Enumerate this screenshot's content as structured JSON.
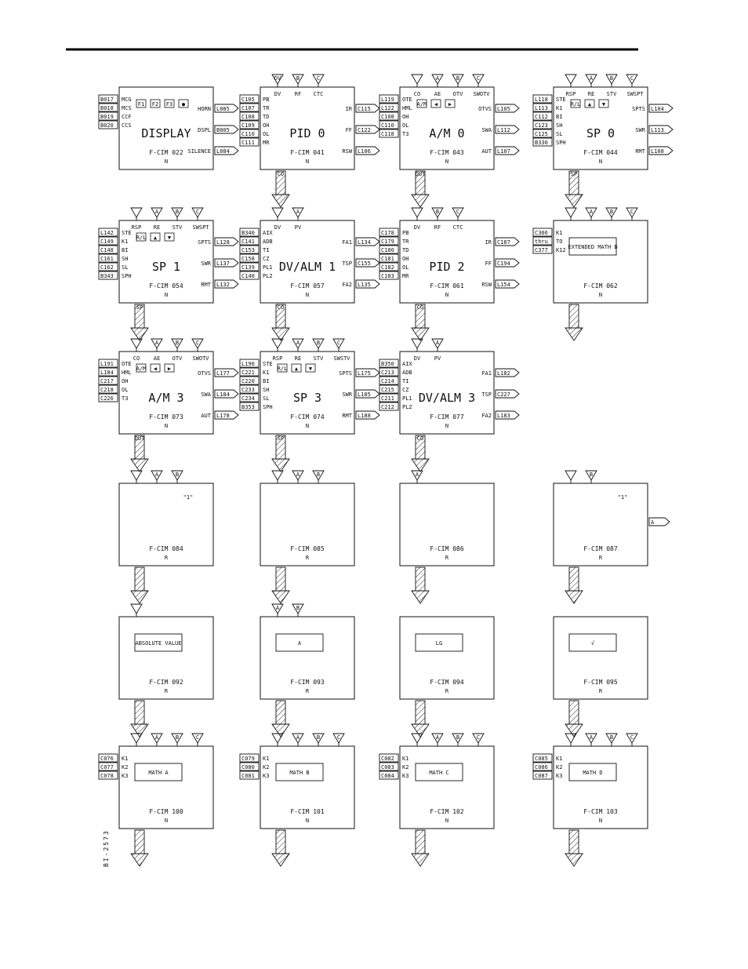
{
  "figure_id": "BI-2573",
  "blocks": [
    {
      "id": "b022",
      "name": "DISPLAY",
      "cim": "F-CIM 022",
      "type": "N",
      "out": "",
      "inputs_top": [],
      "left_conn": [
        "B017",
        "B018",
        "B019",
        "B020"
      ],
      "left_pins": [
        "MCG",
        "MCS",
        "CCF",
        "CCS"
      ],
      "keys": [
        "F1",
        "F2",
        "F3",
        "●"
      ],
      "right_conn": [
        "L085",
        "B005",
        "L084"
      ],
      "right_pins": [
        "HORN",
        "DSPL",
        "SILENCE"
      ]
    },
    {
      "id": "b041",
      "name": "PID 0",
      "cim": "F-CIM 041",
      "type": "N",
      "out": "CO",
      "inputs_top": [
        "DV",
        "B",
        "C"
      ],
      "top_labels": [
        "DV",
        "RF",
        "CTC"
      ],
      "left_conn": [
        "C105",
        "C107",
        "C108",
        "C109",
        "C110",
        "C111"
      ],
      "left_pins": [
        "PB",
        "TR",
        "TD",
        "OH",
        "OL",
        "MR"
      ],
      "keys": [],
      "right_conn": [
        "C115",
        "C122",
        "L106"
      ],
      "right_pins": [
        "IR",
        "FF",
        "RSW"
      ]
    },
    {
      "id": "b043",
      "name": "A/M 0",
      "cim": "F-CIM 043",
      "type": "N",
      "out": "OUT",
      "inputs_top": [
        "",
        "A",
        "B",
        "C"
      ],
      "top_labels": [
        "CO",
        "AE",
        "OTV",
        "SWOTV"
      ],
      "left_conn": [
        "L119",
        "L122",
        "C108",
        "C110",
        "C118"
      ],
      "left_pins": [
        "OTE",
        "HML",
        "OH",
        "OL",
        "T3"
      ],
      "keys": [
        "A/M",
        "◀",
        "▶"
      ],
      "right_conn": [
        "L105",
        "L112",
        "L107"
      ],
      "right_pins": [
        "OTVS",
        "SWA",
        "AUT"
      ]
    },
    {
      "id": "b044",
      "name": "SP 0",
      "cim": "F-CIM 044",
      "type": "N",
      "out": "SP",
      "inputs_top": [
        "",
        "A",
        "B",
        "C"
      ],
      "top_labels": [
        "RSP",
        "RE",
        "STV",
        "SWSPT"
      ],
      "left_conn": [
        "L118",
        "L113",
        "C112",
        "C123",
        "C125",
        "B330"
      ],
      "left_pins": [
        "STE",
        "K1",
        "BI",
        "SH",
        "SL",
        "SPH"
      ],
      "keys": [
        "R/L",
        "▲",
        "▼"
      ],
      "right_conn": [
        "L104",
        "L113",
        "L108"
      ],
      "right_pins": [
        "SPTS",
        "SWR",
        "RMT"
      ]
    },
    {
      "id": "b054",
      "name": "SP 1",
      "cim": "F-CIM 054",
      "type": "N",
      "out": "SP",
      "inputs_top": [
        "",
        "A",
        "B",
        "C"
      ],
      "top_labels": [
        "RSP",
        "RE",
        "STV",
        "SWSPT"
      ],
      "left_conn": [
        "L142",
        "C149",
        "C148",
        "C161",
        "C162",
        "B343"
      ],
      "left_pins": [
        "STE",
        "K1",
        "BI",
        "SH",
        "SL",
        "SPH"
      ],
      "keys": [
        "R/L",
        "▲",
        "▼"
      ],
      "right_conn": [
        "L128",
        "L137",
        "L132"
      ],
      "right_pins": [
        "SPTS",
        "SWR",
        "RMT"
      ]
    },
    {
      "id": "b057",
      "name": "DV/ALM 1",
      "cim": "F-CIM 057",
      "type": "N",
      "out": "CO",
      "inputs_top": [
        "",
        "A"
      ],
      "top_labels": [
        "DV",
        "PV"
      ],
      "left_conn": [
        "B340",
        "C141",
        "C153",
        "C158",
        "C139",
        "C140"
      ],
      "left_pins": [
        "AIX",
        "ADB",
        "TI",
        "CZ",
        "PL1",
        "PL2"
      ],
      "keys": [],
      "right_conn": [
        "L134",
        "C155",
        "L135"
      ],
      "right_pins": [
        "FA1",
        "TSP",
        "FA2"
      ]
    },
    {
      "id": "b061",
      "name": "PID 2",
      "cim": "F-CIM 061",
      "type": "N",
      "out": "CO",
      "inputs_top": [
        "",
        "B",
        "C"
      ],
      "top_labels": [
        "DV",
        "RF",
        "CTC"
      ],
      "left_conn": [
        "C178",
        "C179",
        "C180",
        "C181",
        "C182",
        "C183"
      ],
      "left_pins": [
        "PB",
        "TR",
        "TD",
        "OH",
        "OL",
        "MR"
      ],
      "keys": [],
      "right_conn": [
        "C187",
        "C194",
        "L154"
      ],
      "right_pins": [
        "IR",
        "FF",
        "RSW"
      ]
    },
    {
      "id": "b062",
      "name": "",
      "cim": "F-CIM 062",
      "type": "N",
      "out": "",
      "inputs_top": [
        "",
        "A",
        "B",
        "C"
      ],
      "top_labels": [],
      "left_conn": [
        "C366",
        "thru",
        "C377"
      ],
      "left_pins": [
        "K1",
        "TO",
        "K12"
      ],
      "keys": [],
      "inner": "EXTENDED MATH B",
      "right_conn": [],
      "right_pins": []
    },
    {
      "id": "b073",
      "name": "A/M 3",
      "cim": "F-CIM 073",
      "type": "N",
      "out": "OUT",
      "inputs_top": [
        "",
        "A",
        "B",
        "C"
      ],
      "top_labels": [
        "CO",
        "AE",
        "OTV",
        "SWOTV"
      ],
      "left_conn": [
        "L191",
        "L184",
        "C217",
        "C218",
        "C226"
      ],
      "left_pins": [
        "OTE",
        "HML",
        "OH",
        "OL",
        "T3"
      ],
      "keys": [
        "A/M",
        "◀",
        "▶"
      ],
      "right_conn": [
        "L177",
        "L184",
        "L178"
      ],
      "right_pins": [
        "OTVS",
        "SWA",
        "AUT"
      ]
    },
    {
      "id": "b074",
      "name": "SP 3",
      "cim": "F-CIM 074",
      "type": "N",
      "out": "SP",
      "inputs_top": [
        "",
        "A",
        "B",
        "C"
      ],
      "top_labels": [
        "RSP",
        "RE",
        "STV",
        "SWSTV"
      ],
      "left_conn": [
        "L190",
        "C221",
        "C220",
        "C233",
        "C234",
        "B353"
      ],
      "left_pins": [
        "STE",
        "K1",
        "BI",
        "SH",
        "SL",
        "SPH"
      ],
      "keys": [
        "R/L",
        "▲",
        "▼"
      ],
      "right_conn": [
        "L175",
        "L185",
        "L188"
      ],
      "right_pins": [
        "SPTS",
        "SWR",
        "RMT"
      ]
    },
    {
      "id": "b077",
      "name": "DV/ALM 3",
      "cim": "F-CIM 077",
      "type": "N",
      "out": "CO",
      "inputs_top": [
        "",
        "A"
      ],
      "top_labels": [
        "DV",
        "PV"
      ],
      "left_conn": [
        "B350",
        "C213",
        "C214",
        "C215",
        "C211",
        "C212"
      ],
      "left_pins": [
        "AIX",
        "ADB",
        "TI",
        "CZ",
        "PL1",
        "PL2"
      ],
      "keys": [],
      "right_conn": [
        "L182",
        "C227",
        "L183"
      ],
      "right_pins": [
        "FA1",
        "TSP",
        "FA2"
      ]
    },
    {
      "id": "b084",
      "name": "",
      "cim": "F-CIM 084",
      "type": "R",
      "inputs_top": [
        "",
        "A",
        "B"
      ],
      "extra": "\"1\""
    },
    {
      "id": "b085",
      "name": "",
      "cim": "F-CIM 085",
      "type": "R",
      "inputs_top": [
        "",
        "A",
        "B"
      ],
      "extra": ""
    },
    {
      "id": "b086",
      "name": "",
      "cim": "F-CIM 086",
      "type": "R",
      "inputs_top": [
        "A"
      ],
      "extra": ""
    },
    {
      "id": "b087",
      "name": "",
      "cim": "F-CIM 087",
      "type": "R",
      "inputs_top": [
        "",
        "B"
      ],
      "extra": "\"1\"",
      "out_tag": "A"
    },
    {
      "id": "b092",
      "name": "",
      "cim": "F-CIM 092",
      "type": "R",
      "inputs_top": [
        ""
      ],
      "inner": "ABSOLUTE VALUE"
    },
    {
      "id": "b093",
      "name": "",
      "cim": "F-CIM 093",
      "type": "R",
      "inputs_top": [
        "A",
        "B"
      ],
      "inner": "A"
    },
    {
      "id": "b094",
      "name": "",
      "cim": "F-CIM 094",
      "type": "R",
      "inputs_top": [],
      "inner": "LG"
    },
    {
      "id": "b095",
      "name": "",
      "cim": "F-CIM 095",
      "type": "R",
      "inputs_top": [],
      "inner": "√"
    },
    {
      "id": "b100",
      "name": "",
      "cim": "F-CIM 100",
      "type": "N",
      "inputs_top": [
        "",
        "A",
        "B",
        "C"
      ],
      "left_conn": [
        "C076",
        "C077",
        "C078"
      ],
      "left_pins": [
        "K1",
        "K2",
        "K3"
      ],
      "inner": "MATH A"
    },
    {
      "id": "b101",
      "name": "",
      "cim": "F-CIM 101",
      "type": "N",
      "inputs_top": [
        "",
        "A",
        "B",
        "C"
      ],
      "left_conn": [
        "C079",
        "C080",
        "C081"
      ],
      "left_pins": [
        "K1",
        "K2",
        "K3"
      ],
      "inner": "MATH B"
    },
    {
      "id": "b102",
      "name": "",
      "cim": "F-CIM 102",
      "type": "N",
      "inputs_top": [
        "",
        "A",
        "B",
        "C"
      ],
      "left_conn": [
        "C082",
        "C083",
        "C084"
      ],
      "left_pins": [
        "K1",
        "K2",
        "K3"
      ],
      "inner": "MATH C"
    },
    {
      "id": "b103",
      "name": "",
      "cim": "F-CIM 103",
      "type": "N",
      "inputs_top": [
        "",
        "A",
        "B",
        "C"
      ],
      "left_conn": [
        "C085",
        "C086",
        "C087"
      ],
      "left_pins": [
        "K1",
        "K2",
        "K3"
      ],
      "inner": "MATH D"
    }
  ]
}
